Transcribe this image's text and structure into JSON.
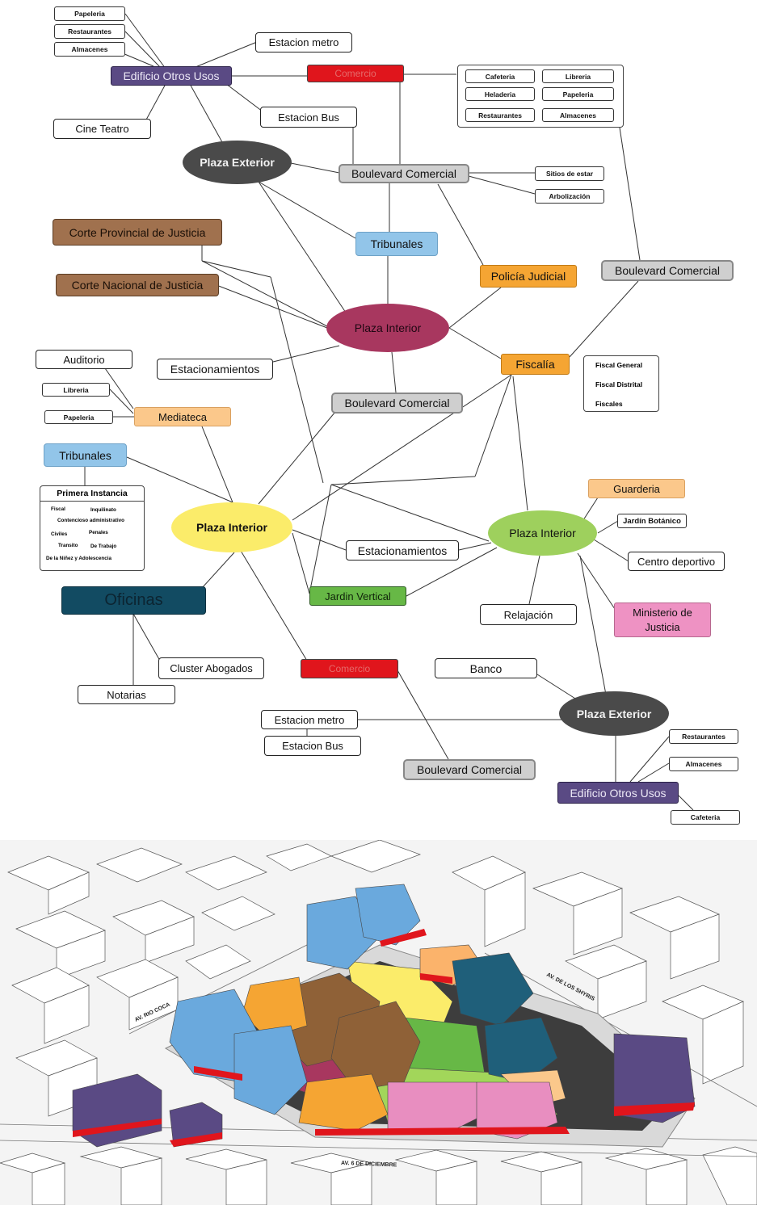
{
  "diagram": {
    "otros_usos_top": {
      "title": "Edificio Otros Usos",
      "items": [
        "Papeleria",
        "Restaurantes",
        "Almacenes"
      ],
      "cine": "Cine Teatro",
      "estacion_metro": "Estacion metro",
      "estacion_bus": "Estacion Bus"
    },
    "comercio_top": "Comercio",
    "comercio_list": [
      "Cafeteria",
      "Libreria",
      "Heladeria",
      "Papeleria",
      "Restaurantes",
      "Almacenes"
    ],
    "plaza_exterior_top": "Plaza  Exterior",
    "boulevard_top": {
      "title": "Boulevard Comercial",
      "items": [
        "Sitios de estar",
        "Arbolización"
      ]
    },
    "tribunales_top": "Tribunales",
    "corte_provincial": "Corte Provincial de Justicia",
    "corte_nacional": "Corte Nacional de Justicia",
    "policia": "Policía Judicial",
    "boulevard_right": "Boulevard Comercial",
    "plaza_interior_top": "Plaza Interior",
    "estacionamientos_left": "Estacionamientos",
    "fiscalia": {
      "title": "Fiscalía",
      "items": [
        "Fiscal General",
        "Fiscal Distrital",
        "Fiscales"
      ]
    },
    "auditorio": "Auditorio",
    "libreria": "Libreria",
    "papeleria": "Papeleria",
    "mediateca": "Mediateca",
    "boulevard_mid": "Boulevard Comercial",
    "tribunales_left": "Tribunales",
    "primera_instancia": {
      "title": "Primera Instancia",
      "items": [
        "Fiscal",
        "Inquilinato",
        "Contencioso administrativo",
        "Civiles",
        "Penales",
        "Transito",
        "De Trabajo",
        "De la Niñez y Adolescencia"
      ]
    },
    "plaza_interior_yellow": "Plaza Interior",
    "plaza_interior_green": "Plaza  Interior",
    "guarderia": "Guarderia",
    "jardin_botanico": "Jardín Botánico",
    "centro_deportivo": "Centro deportivo",
    "estacionamientos_mid": "Estacionamientos",
    "jardin_vertical": "Jardin Vertical",
    "relajacion": "Relajación",
    "ministerio": "Ministerio de Justicia",
    "oficinas": "Oficinas",
    "cluster": "Cluster Abogados",
    "notarias": "Notarias",
    "comercio_bottom": "Comercio",
    "banco": "Banco",
    "plaza_exterior_bottom": "Plaza  Exterior",
    "estacion_metro_bottom": "Estacion metro",
    "estacion_bus_bottom": "Estacion Bus",
    "boulevard_bottom": "Boulevard Comercial",
    "otros_usos_bottom": {
      "title": "Edificio Otros Usos",
      "items": [
        "Restaurantes",
        "Almacenes",
        "Cafeteria"
      ]
    }
  },
  "aerial": {
    "streets": [
      "AV. RIO COCA",
      "AV. DE LOS SHYRIS",
      "AV. 6 DE DICIEMBRE"
    ]
  },
  "colors": {
    "plaza_exterior": "#4a4a4a",
    "plaza_interior_top": "#a8375f",
    "plaza_interior_yellow": "#fbec6a",
    "plaza_interior_green": "#9ed05d",
    "comercio": "#e0151c",
    "edificio_otros_usos": "#5a4a84",
    "tribunales": "#92c5e9",
    "corte": "#a0714e",
    "fiscalia": "#f5a533",
    "oficinas": "#124b62",
    "ministerio": "#ee92c3",
    "jardin_vertical": "#67b846",
    "boulevard": "#cfcfcf"
  }
}
